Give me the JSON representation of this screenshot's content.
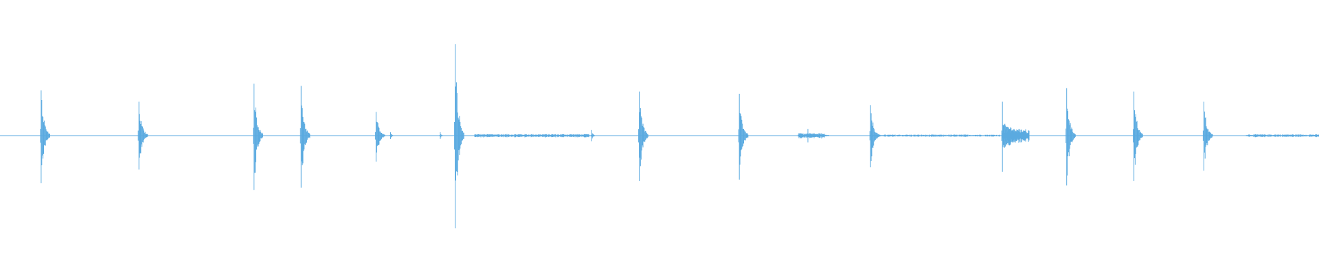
{
  "waveform": {
    "color": "#5aaae0",
    "background": "#ffffff",
    "duration_fraction_markers": "none",
    "events": [
      {
        "t": 0.0312,
        "peak_up": 0.4,
        "peak_down": 0.42,
        "decay": "sharp"
      },
      {
        "t": 0.1053,
        "peak_up": 0.3,
        "peak_down": 0.3,
        "decay": "sharp"
      },
      {
        "t": 0.1926,
        "peak_up": 0.46,
        "peak_down": 0.48,
        "decay": "sharp"
      },
      {
        "t": 0.2283,
        "peak_up": 0.44,
        "peak_down": 0.46,
        "decay": "sharp"
      },
      {
        "t": 0.2851,
        "peak_up": 0.21,
        "peak_down": 0.23,
        "decay": "sharp"
      },
      {
        "t": 0.2961,
        "peak_up": 0.03,
        "peak_down": 0.03,
        "decay": "small"
      },
      {
        "t": 0.3338,
        "peak_up": 0.03,
        "peak_down": 0.03,
        "decay": "small"
      },
      {
        "t": 0.3451,
        "peak_up": 0.81,
        "peak_down": 0.82,
        "decay": "sharp"
      },
      {
        "t": 0.4486,
        "peak_up": 0.05,
        "peak_down": 0.05,
        "decay": "small"
      },
      {
        "t": 0.4847,
        "peak_up": 0.39,
        "peak_down": 0.4,
        "decay": "sharp"
      },
      {
        "t": 0.5605,
        "peak_up": 0.37,
        "peak_down": 0.39,
        "decay": "sharp"
      },
      {
        "t": 0.6125,
        "peak_up": 0.06,
        "peak_down": 0.06,
        "decay": "burst"
      },
      {
        "t": 0.66,
        "peak_up": 0.27,
        "peak_down": 0.28,
        "decay": "sharp"
      },
      {
        "t": 0.76,
        "peak_up": 0.3,
        "peak_down": 0.32,
        "decay": "burst"
      },
      {
        "t": 0.8087,
        "peak_up": 0.42,
        "peak_down": 0.44,
        "decay": "sharp"
      },
      {
        "t": 0.8597,
        "peak_up": 0.39,
        "peak_down": 0.4,
        "decay": "sharp"
      },
      {
        "t": 0.9127,
        "peak_up": 0.3,
        "peak_down": 0.31,
        "decay": "sharp"
      }
    ],
    "noise_segments": [
      {
        "from": 0.36,
        "to": 0.447,
        "level": 0.012
      },
      {
        "from": 0.605,
        "to": 0.625,
        "level": 0.02
      },
      {
        "from": 0.66,
        "to": 0.758,
        "level": 0.008
      },
      {
        "from": 0.76,
        "to": 0.78,
        "level": 0.05
      },
      {
        "from": 0.945,
        "to": 1.0,
        "level": 0.01
      }
    ]
  }
}
